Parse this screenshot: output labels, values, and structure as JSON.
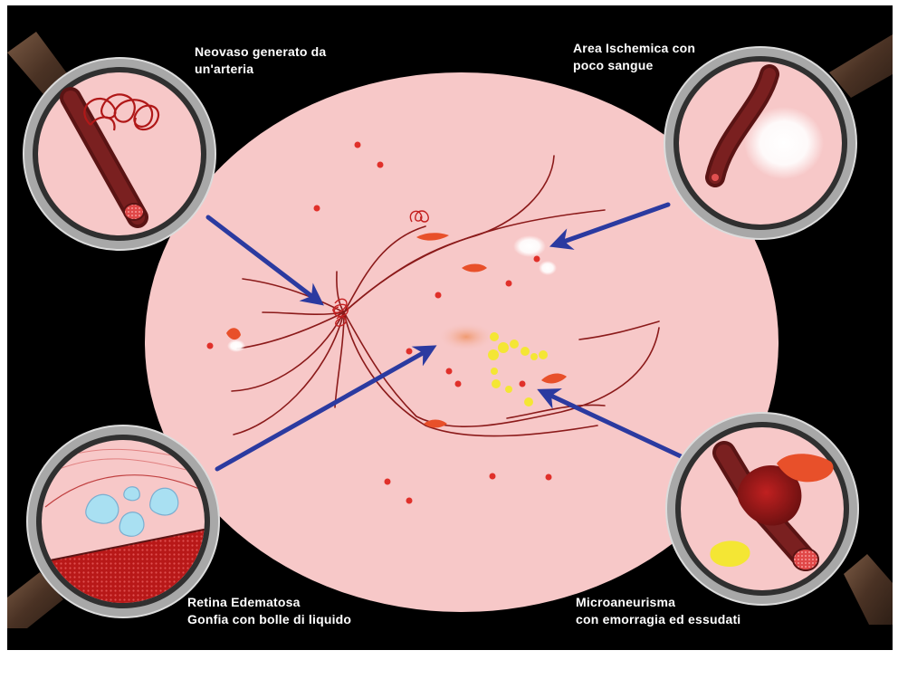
{
  "labels": {
    "top_left": [
      "Neovaso generato da",
      "un'arteria"
    ],
    "top_right": [
      "Area Ischemica con",
      "poco sangue"
    ],
    "bottom_left": [
      "Retina Edematosa",
      "Gonfia con bolle di liquido"
    ],
    "bottom_right": [
      "Microaneurisma",
      "con emorragia ed essudati"
    ]
  },
  "colors": {
    "background": "#000000",
    "retina": "#f7c8c8",
    "vessel": "#8b1a1a",
    "arrow": "#2b3aa0",
    "exudate": "#f4e634",
    "hemorrhage": "#e8502a",
    "lens_rim": "#a8a8a8",
    "handle": "#5a4030"
  },
  "icons": {
    "magnifier": "magnifying-glass-icon",
    "arrow": "pointer-arrow-icon"
  }
}
